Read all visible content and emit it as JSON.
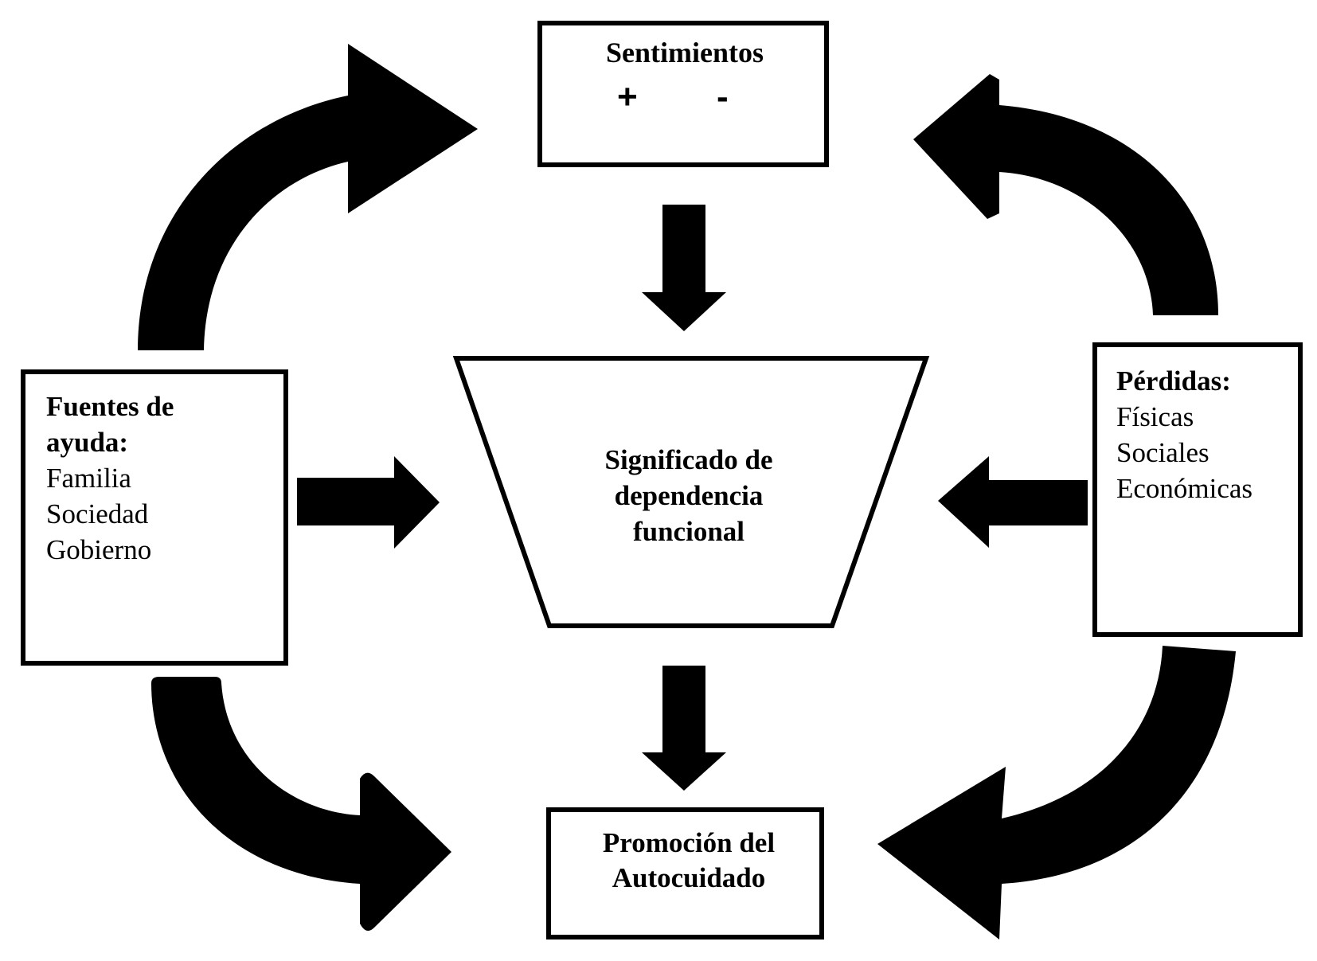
{
  "diagram": {
    "nodes": {
      "sentimientos": {
        "title": "Sentimientos",
        "positive_symbol": "+",
        "negative_symbol": "-"
      },
      "fuentes": {
        "title_line1": "Fuentes de",
        "title_line2": "ayuda:",
        "items": [
          "Familia",
          "Sociedad",
          "Gobierno"
        ]
      },
      "perdidas": {
        "title": "Pérdidas:",
        "items": [
          "Físicas",
          "Sociales",
          "Económicas"
        ]
      },
      "significado": {
        "lines": [
          "Significado de",
          "dependencia",
          "funcional"
        ]
      },
      "promocion": {
        "lines": [
          "Promoción del",
          "Autocuidado"
        ]
      }
    },
    "edges": [
      {
        "from": "fuentes",
        "to": "sentimientos",
        "style": "curved"
      },
      {
        "from": "perdidas",
        "to": "sentimientos",
        "style": "curved"
      },
      {
        "from": "sentimientos",
        "to": "significado",
        "style": "straight"
      },
      {
        "from": "fuentes",
        "to": "significado",
        "style": "straight"
      },
      {
        "from": "perdidas",
        "to": "significado",
        "style": "straight"
      },
      {
        "from": "significado",
        "to": "promocion",
        "style": "straight"
      },
      {
        "from": "fuentes",
        "to": "promocion",
        "style": "curved"
      },
      {
        "from": "perdidas",
        "to": "promocion",
        "style": "curved"
      }
    ],
    "colors": {
      "stroke": "#000000",
      "fill": "#ffffff",
      "arrow": "#000000"
    }
  }
}
